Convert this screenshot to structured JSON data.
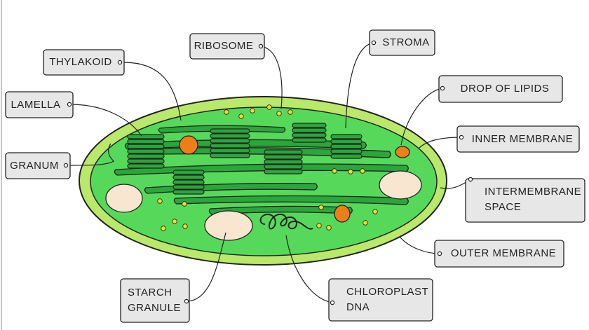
{
  "colors": {
    "outer_membrane": "#b9e86a",
    "stroma": "#56d85a",
    "thylakoid": "#2aa63a",
    "lipid": "#f07e18",
    "starch": "#f9e6d0",
    "ribosome": "#f2dd2c",
    "label_fill": "#e7e7e7",
    "outline": "#222222"
  },
  "labels": {
    "thylakoid": "THYLAKOID",
    "ribosome": "RIBOSOME",
    "stroma": "STROMA",
    "drop_of_lipids": "DROP  OF  LIPIDS",
    "lamella": "LAMELLA",
    "inner_membrane": "INNER  MEMBRANE",
    "granum": "GRANUM",
    "intermembrane_line1": "INTERMEMBRANE",
    "intermembrane_line2": "SPACE",
    "outer_membrane": "OUTER  MEMBRANE",
    "starch_line1": "STARCH",
    "starch_line2": "GRANULE",
    "dna_line1": "CHLOROPLAST",
    "dna_line2": "DNA"
  }
}
